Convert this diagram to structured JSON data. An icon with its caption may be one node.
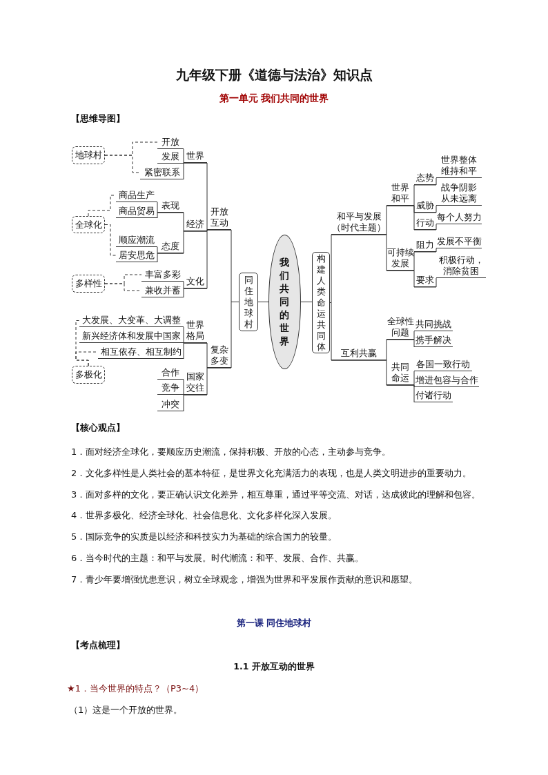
{
  "diagram": {
    "title": "九年级下册《道德与法治》知识点",
    "nodes": [
      {
        "text": [
          "地球村"
        ]
      },
      {
        "text": [
          "开放"
        ]
      },
      {
        "text": [
          "发展"
        ]
      },
      {
        "text": [
          "紧密联系"
        ]
      },
      {
        "text": [
          "世界"
        ]
      },
      {
        "text": [
          "全球化"
        ]
      },
      {
        "text": [
          "商品生产"
        ]
      },
      {
        "text": [
          "商品贸易"
        ]
      },
      {
        "text": [
          "表现"
        ]
      },
      {
        "text": [
          "经济"
        ]
      },
      {
        "text": [
          "开放互动"
        ]
      },
      {
        "text": [
          "顺应潮流"
        ]
      },
      {
        "text": [
          "居安思危"
        ]
      },
      {
        "text": [
          "态度"
        ]
      },
      {
        "text": [
          "多样性"
        ]
      },
      {
        "text": [
          "丰富多彩"
        ]
      },
      {
        "text": [
          "兼收并蓄"
        ]
      },
      {
        "text": [
          "文化"
        ]
      },
      {
        "text": [
          "大发展、大变革、大调整"
        ]
      },
      {
        "text": [
          "世界格局"
        ]
      },
      {
        "text": [
          "新兴经济体和发展中国家"
        ]
      },
      {
        "text": [
          "相互依存、相互制约"
        ]
      },
      {
        "text": [
          "复杂多变"
        ]
      },
      {
        "text": [
          "多极化"
        ]
      },
      {
        "text": [
          "合作"
        ]
      },
      {
        "text": [
          "竞争"
        ]
      },
      {
        "text": [
          "冲突"
        ]
      },
      {
        "text": [
          "国家交往"
        ]
      },
      {
        "text": [
          "同住地球村"
        ]
      },
      {
        "text": [
          "我们共同的世界"
        ]
      },
      {
        "text": [
          "构建人类命运共同体"
        ]
      },
      {
        "text": [
          "和平与发展（时代主题）"
        ]
      },
      {
        "text": [
          "世界和平"
        ]
      },
      {
        "text": [
          "态势"
        ]
      },
      {
        "text": [
          "世界整体维持和平"
        ]
      },
      {
        "text": [
          "战争阴影从未远离"
        ]
      },
      {
        "text": [
          "威胁"
        ]
      },
      {
        "text": [
          "每个人努力"
        ]
      },
      {
        "text": [
          "行动"
        ]
      },
      {
        "text": [
          "可持续发展"
        ]
      },
      {
        "text": [
          "阻力"
        ]
      },
      {
        "text": [
          "发展不平衡"
        ]
      },
      {
        "text": [
          "积极行动，消除贫困"
        ]
      },
      {
        "text": [
          "要求"
        ]
      },
      {
        "text": [
          "互利共赢"
        ]
      },
      {
        "text": [
          "全球性问题"
        ]
      },
      {
        "text": [
          "共同挑战"
        ]
      },
      {
        "text": [
          "携手解决"
        ]
      },
      {
        "text": [
          "共同命运"
        ]
      },
      {
        "text": [
          "各国一致行动"
        ]
      },
      {
        "text": [
          "增进包容与合作"
        ]
      },
      {
        "text": [
          "付诸行动"
        ]
      }
    ],
    "edges": [
      {
        "from": 29,
        "to": 28,
        "arrow": "none"
      },
      {
        "from": 29,
        "to": 30,
        "arrow": "none"
      },
      {
        "from": 28,
        "to": 10,
        "arrow": "none"
      },
      {
        "from": 28,
        "to": 22,
        "arrow": "none"
      },
      {
        "from": 10,
        "to": 4,
        "arrow": "none"
      },
      {
        "from": 10,
        "to": 9,
        "arrow": "none"
      },
      {
        "from": 10,
        "to": 17,
        "arrow": "none"
      },
      {
        "from": 4,
        "to": 1,
        "arrow": "none"
      },
      {
        "from": 4,
        "to": 2,
        "arrow": "none"
      },
      {
        "from": 4,
        "to": 3,
        "arrow": "none"
      },
      {
        "from": 9,
        "to": 8,
        "arrow": "none"
      },
      {
        "from": 9,
        "to": 13,
        "arrow": "none"
      },
      {
        "from": 8,
        "to": 6,
        "arrow": "none"
      },
      {
        "from": 8,
        "to": 7,
        "arrow": "none"
      },
      {
        "from": 13,
        "to": 11,
        "arrow": "none"
      },
      {
        "from": 13,
        "to": 12,
        "arrow": "none"
      },
      {
        "from": 17,
        "to": 15,
        "arrow": "none"
      },
      {
        "from": 17,
        "to": 16,
        "arrow": "none"
      },
      {
        "from": 22,
        "to": 19,
        "arrow": "none"
      },
      {
        "from": 22,
        "to": 27,
        "arrow": "none"
      },
      {
        "from": 19,
        "to": 18,
        "arrow": "none"
      },
      {
        "from": 19,
        "to": 20,
        "arrow": "none"
      },
      {
        "from": 19,
        "to": 21,
        "arrow": "none"
      },
      {
        "from": 27,
        "to": 24,
        "arrow": "none"
      },
      {
        "from": 27,
        "to": 25,
        "arrow": "none"
      },
      {
        "from": 27,
        "to": 26,
        "arrow": "none"
      },
      {
        "from": 30,
        "to": 31,
        "arrow": "none"
      },
      {
        "from": 30,
        "to": 44,
        "arrow": "none"
      },
      {
        "from": 31,
        "to": 32,
        "arrow": "none"
      },
      {
        "from": 31,
        "to": 39,
        "arrow": "none"
      },
      {
        "from": 32,
        "to": 33,
        "arrow": "none"
      },
      {
        "from": 32,
        "to": 36,
        "arrow": "none"
      },
      {
        "from": 32,
        "to": 38,
        "arrow": "none"
      },
      {
        "from": 33,
        "to": 34,
        "arrow": "none"
      },
      {
        "from": 36,
        "to": 35,
        "arrow": "none"
      },
      {
        "from": 38,
        "to": 37,
        "arrow": "none"
      },
      {
        "from": 39,
        "to": 40,
        "arrow": "none"
      },
      {
        "from": 39,
        "to": 43,
        "arrow": "none"
      },
      {
        "from": 40,
        "to": 41,
        "arrow": "none"
      },
      {
        "from": 43,
        "to": 42,
        "arrow": "none"
      },
      {
        "from": 44,
        "to": 45,
        "arrow": "none"
      },
      {
        "from": 44,
        "to": 48,
        "arrow": "none"
      },
      {
        "from": 45,
        "to": 46,
        "arrow": "none"
      },
      {
        "from": 45,
        "to": 47,
        "arrow": "none"
      },
      {
        "from": 48,
        "to": 49,
        "arrow": "none"
      },
      {
        "from": 48,
        "to": 50,
        "arrow": "none"
      },
      {
        "from": 48,
        "to": 51,
        "arrow": "none"
      },
      {
        "from": 0,
        "to": 1,
        "arrow": "none",
        "style": "dashed"
      },
      {
        "from": 0,
        "to": 3,
        "arrow": "none",
        "style": "dashed"
      },
      {
        "from": 5,
        "to": 6,
        "arrow": "none",
        "style": "dashed"
      },
      {
        "from": 5,
        "to": 12,
        "arrow": "none",
        "style": "dashed"
      },
      {
        "from": 14,
        "to": 15,
        "arrow": "none",
        "style": "dashed"
      },
      {
        "from": 14,
        "to": 16,
        "arrow": "none",
        "style": "dashed"
      },
      {
        "from": 23,
        "to": 18,
        "arrow": "none",
        "style": "dashed"
      },
      {
        "from": 23,
        "to": 21,
        "arrow": "none",
        "style": "dashed"
      }
    ],
    "labels": [
      "第一单元 我们共同的世界",
      "【思维导图】",
      "【核心观点】",
      "1．面对经济全球化，要顺应历史潮流，保持积极、开放的心态，主动参与竞争。",
      "2．文化多样性是人类社会的基本特征，是世界文化充满活力的表现，也是人类文明进步的重要动力。",
      "3．面对多样的文化，要正确认识文化差异，相互尊重，通过平等交流、对话，达成彼此的理解和包容。",
      "4．世界多极化、经济全球化、社会信息化、文化多样化深入发展。",
      "5．国际竞争的实质是以经济和科技实力为基础的综合国力的较量。",
      "6．当今时代的主题：和平与发展。时代潮流：和平、发展、合作、共赢。",
      "7．青少年要增强忧患意识，树立全球观念，增强为世界和平发展作贡献的意识和愿望。",
      "第一课 同住地球村",
      "【考点梳理】",
      "1.1  开放互动的世界",
      "★1．当今世界的特点？（P3~4）",
      "（1）这是一个开放的世界。"
    ]
  }
}
